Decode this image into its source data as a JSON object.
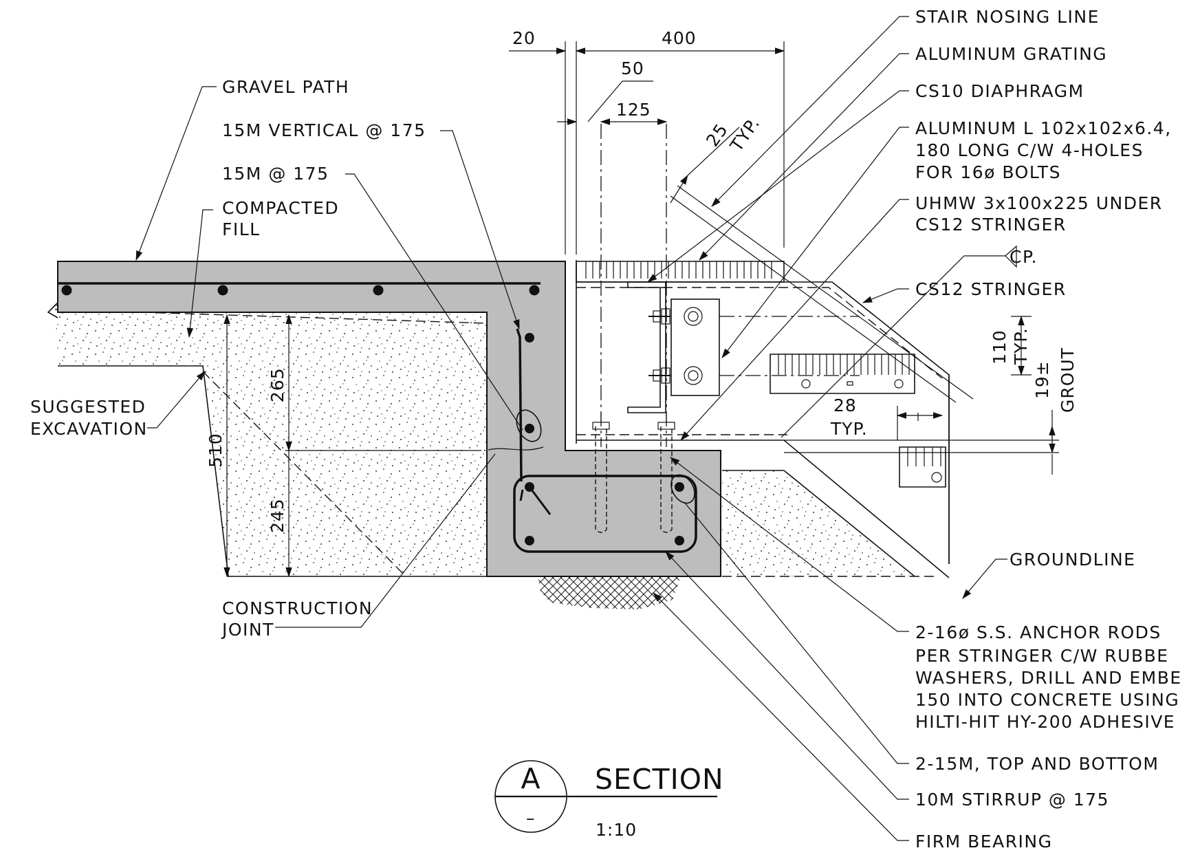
{
  "labels": {
    "gravel_path": "GRAVEL PATH",
    "vertical_bars": "15M VERTICAL @ 175",
    "horizontal_bars": "15M @ 175",
    "compacted_fill_1": "COMPACTED",
    "compacted_fill_2": "FILL",
    "suggested_excavation_1": "SUGGESTED",
    "suggested_excavation_2": "EXCAVATION",
    "construction_joint_1": "CONSTRUCTION",
    "construction_joint_2": "JOINT",
    "stair_nosing": "STAIR NOSING LINE",
    "aluminum_grating": "ALUMINUM GRATING",
    "diaphragm": "CS10 DIAPHRAGM",
    "angle_1": "ALUMINUM L 102x102x6.4,",
    "angle_2": "180 LONG C/W 4-HOLES",
    "angle_3": "FOR 16ø BOLTS",
    "uhmw_1": "UHMW 3x100x225 UNDER",
    "uhmw_2": "CS12 STRINGER",
    "cp": "CP.",
    "stringer": "CS12 STRINGER",
    "groundline": "GROUNDLINE",
    "anchor_1": "2-16ø S.S. ANCHOR RODS",
    "anchor_2": "PER STRINGER C/W RUBBE",
    "anchor_3": "WASHERS, DRILL AND EMBE",
    "anchor_4": "150 INTO CONCRETE USING",
    "anchor_5": "HILTI-HIT HY-200 ADHESIVE",
    "top_bottom_bars": "2-15M, TOP AND BOTTOM",
    "stirrup": "10M STIRRUP @ 175",
    "firm_bearing": "FIRM BEARING"
  },
  "dimensions": {
    "d20": "20",
    "d400": "400",
    "d50": "50",
    "d125": "125",
    "d25": "25",
    "typ": "TYP.",
    "d110": "110",
    "d19": "19±",
    "grout": "GROUT",
    "d28": "28",
    "d265": "265",
    "d245": "245",
    "d510": "510"
  },
  "title": {
    "letter": "A",
    "sheet": "–",
    "name": "SECTION",
    "scale": "1:10"
  }
}
